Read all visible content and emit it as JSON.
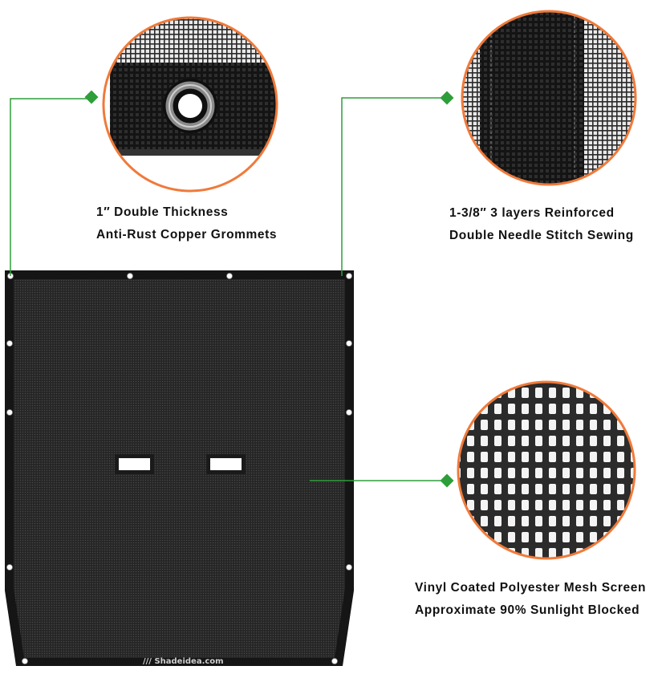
{
  "features": [
    {
      "name": "grommets",
      "line1": "1″ Double Thickness",
      "line2": "Anti-Rust Copper Grommets"
    },
    {
      "name": "stitch",
      "line1": "1-3/8″ 3 layers Reinforced",
      "line2": "Double Needle Stitch Sewing"
    },
    {
      "name": "mesh",
      "line1": "Vinyl Coated Polyester Mesh Screen",
      "line2": "Approximate 90% Sunlight Blocked"
    }
  ],
  "brand": {
    "watermark": "Shadeidea.com"
  },
  "colors": {
    "connector": "#2e9e3a",
    "circle_ring": "#f07a3a",
    "mesh_dark": "#1e1e1e",
    "border_dark": "#151515"
  }
}
